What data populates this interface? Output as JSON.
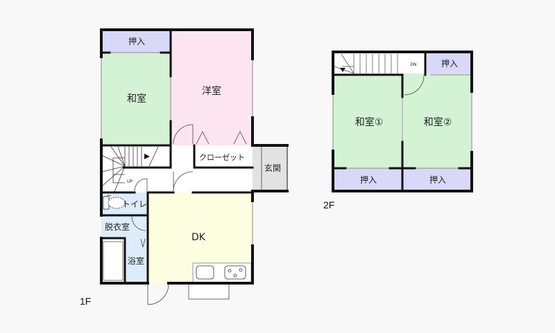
{
  "colors": {
    "background": "#f8f8f8",
    "washitsu": "#d4f2d4",
    "youshitsu": "#fce4f0",
    "storage": "#d8d8f8",
    "dk": "#fdfde0",
    "wet": "#dcecfa",
    "genkan": "#e2e2e2",
    "wall": "#111111"
  },
  "floor1": {
    "label": "1F",
    "rooms": {
      "oshiire": "押入",
      "washitsu": "和室",
      "youshitsu": "洋室",
      "closet": "クローゼット",
      "genkan": "玄関",
      "stairs_up": "UP",
      "toilet": "トイレ",
      "datsuishitsu": "脱衣室",
      "yokushitsu": "浴室",
      "dk": "DK"
    }
  },
  "floor2": {
    "label": "2F",
    "rooms": {
      "stairs_down": "DN",
      "oshiire_top": "押入",
      "washitsu1": "和室①",
      "washitsu2": "和室②",
      "oshiire_bottom_left": "押入",
      "oshiire_bottom_right": "押入"
    }
  }
}
